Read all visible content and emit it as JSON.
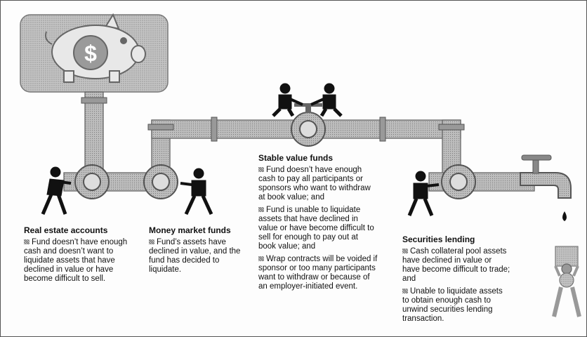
{
  "sections": {
    "real_estate": {
      "title": "Real estate accounts",
      "items": [
        "Fund doesn’t have enough cash and doesn’t want to liquidate assets that have declined in value or have become difficult to sell."
      ]
    },
    "money_market": {
      "title": "Money market funds",
      "items": [
        "Fund’s assets have declined in value, and the fund has decided to liquidate."
      ]
    },
    "stable_value": {
      "title": "Stable value funds",
      "items": [
        "Fund doesn’t have enough cash to pay all participants or sponsors who want to withdraw at book value; and",
        "Fund is unable to liquidate assets that have declined in value or have become difficult to sell for enough to pay out at book value; and",
        "Wrap contracts will be voided if sponsor or too many participants want to withdraw or because of an employer-initiated event."
      ]
    },
    "securities_lending": {
      "title": "Securities lending",
      "items": [
        "Cash collateral pool assets have declined in value or have become difficult to trade; and",
        "Unable to liquidate assets to obtain enough cash to unwind securities lending transaction."
      ]
    }
  },
  "icons": {
    "piggy_bank": "piggy-bank-icon",
    "person": "person-turning-valve-icon",
    "faucet": "faucet-icon",
    "drip": "water-drop-icon",
    "money_holder": "person-holding-money-icon"
  },
  "colors": {
    "pipe": "#b8b8b8",
    "pipe_dark": "#6f6f6f",
    "figure": "#111111",
    "panel": "#c9c9c9"
  },
  "symbols": {
    "dollar": "$"
  }
}
